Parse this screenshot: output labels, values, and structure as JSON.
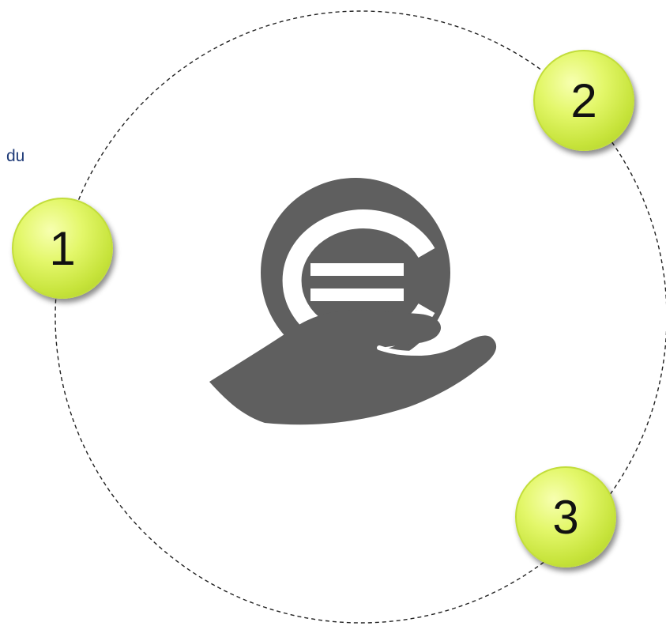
{
  "side_text": "du",
  "badges": [
    {
      "label": "1"
    },
    {
      "label": "2"
    },
    {
      "label": "3"
    }
  ],
  "center_icon": "hand-holding-euro-coin-icon",
  "colors": {
    "ring": "#222222",
    "icon": "#5f5f5f",
    "badge": "#d4ee4f",
    "side_text": "#1f3b78"
  }
}
